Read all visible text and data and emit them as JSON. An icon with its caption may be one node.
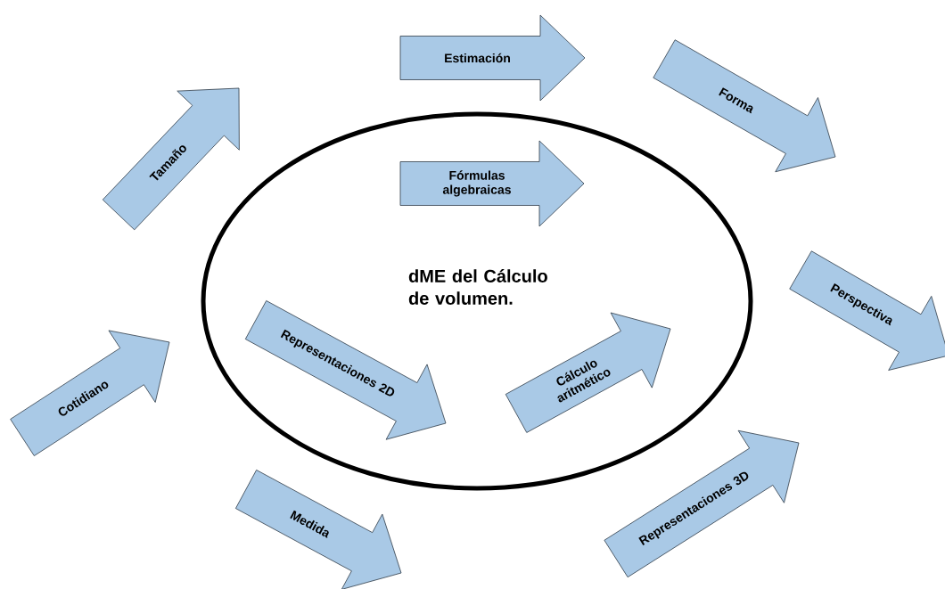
{
  "diagram": {
    "nodes": [
      {
        "text": [
          "dME del Cálculo de volumen."
        ]
      },
      {
        "text": [
          "Estimación"
        ]
      },
      {
        "text": [
          "Tamaño"
        ]
      },
      {
        "text": [
          "Forma"
        ]
      },
      {
        "text": [
          "Fórmulas algebraicas"
        ],
        "in": 0
      },
      {
        "text": [
          "Perspectiva"
        ]
      },
      {
        "text": [
          "Representaciones 2D"
        ],
        "in": 0
      },
      {
        "text": [
          "Cotidiano"
        ]
      },
      {
        "text": [
          "Cálculo aritmético"
        ],
        "in": 0
      },
      {
        "text": [
          "Medida"
        ]
      },
      {
        "text": [
          "Representaciones 3D"
        ]
      }
    ]
  }
}
